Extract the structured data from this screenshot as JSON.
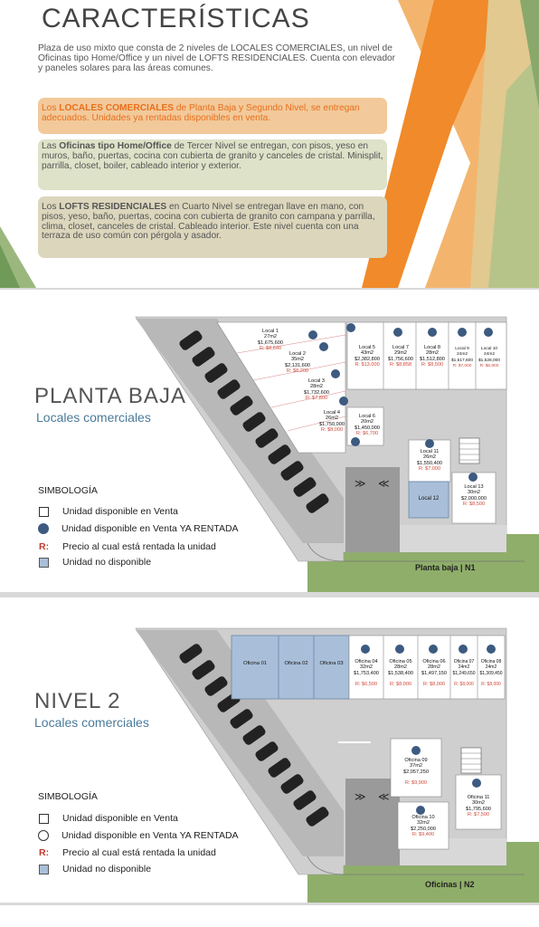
{
  "intro": {
    "title": "CARACTERÍSTICAS",
    "description": "Plaza de uso mixto que consta de 2 niveles de LOCALES COMERCIALES, un nivel de Oficinas tipo Home/Office y un nivel de LOFTS RESIDENCIALES. Cuenta con elevador y paneles solares para las áreas comunes.",
    "box_locales": {
      "pre": "Los ",
      "bold": "LOCALES COMERCIALES",
      "post": " de Planta Baja y Segundo Nivel, se entregan adecuados. Unidades ya rentadas disponibles en venta."
    },
    "box_oficinas": {
      "pre": "Las ",
      "bold": "Oficinas tipo Home/Office",
      "post": " de Tercer Nivel se entregan, con pisos, yeso en muros, baño, puertas, cocina con cubierta de granito y canceles de cristal. Minisplit, parrilla, closet, boiler, cableado interior y exterior."
    },
    "box_lofts": {
      "pre": "Los ",
      "bold": "LOFTS RESIDENCIALES",
      "post": " en Cuarto Nivel se entregan llave en mano, con pisos, yeso, baño, puertas, cocina con cubierta de granito con campana y parrilla, clima, closet, canceles de cristal. Cableado interior. Este nivel cuenta con una terraza de uso común con pérgola y asador."
    }
  },
  "legend": {
    "title": "SIMBOLOGÍA",
    "available": "Unidad disponible en Venta",
    "rented": "Unidad disponible en Venta YA RENTADA",
    "rent_symbol": "R:",
    "rent_price": "Precio al cual está rentada la unidad",
    "unavailable": "Unidad no disponible"
  },
  "planta_baja": {
    "title": "PLANTA BAJA",
    "subtitle": "Locales comerciales",
    "floor_label": "Planta baja | N1",
    "units": [
      {
        "name": "Local 1",
        "area": "27m2",
        "price": "$1,675,600",
        "rent": "R: $8,640"
      },
      {
        "name": "Local 2",
        "area": "35m2",
        "price": "$2,131,600",
        "rent": "R: $8,200"
      },
      {
        "name": "Local 3",
        "area": "28m2",
        "price": "$1,732,600",
        "rent": "R: $7,800"
      },
      {
        "name": "Local 4",
        "area": "26m2",
        "price": "$1,750,000",
        "rent": "R: $8,000"
      },
      {
        "name": "Local 5",
        "area": "43m2",
        "price": "$2,382,800",
        "rent": "R: $13,000"
      },
      {
        "name": "Local 6",
        "area": "20m2",
        "price": "$1,450,000",
        "rent": "R: $6,700"
      },
      {
        "name": "Local 7",
        "area": "29m2",
        "price": "$1,756,600",
        "rent": "R: $8,858"
      },
      {
        "name": "Local 8",
        "area": "28m2",
        "price": "$1,512,800",
        "rent": "R: $8,500"
      },
      {
        "name": "Local 9",
        "area": "24m2",
        "price": "$1,517,600",
        "rent": "R: $7,000"
      },
      {
        "name": "Local 10",
        "area": "24m2",
        "price": "$1,528,000",
        "rent": "R: $6,800"
      },
      {
        "name": "Local 11",
        "area": "26m2",
        "price": "$1,550,400",
        "rent": "R: $7,000"
      },
      {
        "name": "Local 12",
        "area": "",
        "price": "",
        "rent": ""
      },
      {
        "name": "Local 13",
        "area": "30m2",
        "price": "$2,000,000",
        "rent": "R: $8,500"
      }
    ]
  },
  "nivel_2": {
    "title": "NIVEL 2",
    "subtitle": "Locales comerciales",
    "floor_label": "Oficinas | N2",
    "units": [
      {
        "name": "Oficina 01",
        "area": "",
        "price": "",
        "rent": ""
      },
      {
        "name": "Oficina 02",
        "area": "",
        "price": "",
        "rent": ""
      },
      {
        "name": "Oficina 03",
        "area": "",
        "price": "",
        "rent": ""
      },
      {
        "name": "Oficina 04",
        "area": "32m2",
        "price": "$1,753,400",
        "rent": "R: $6,500"
      },
      {
        "name": "Oficina 05",
        "area": "28m2",
        "price": "$1,538,400",
        "rent": "R: $8,000"
      },
      {
        "name": "Oficina 06",
        "area": "28m2",
        "price": "$1,497,150",
        "rent": "R: $8,000"
      },
      {
        "name": "Oficina 07",
        "area": "24m2",
        "price": "$1,249,650",
        "rent": "R: $8,000"
      },
      {
        "name": "Oficina 08",
        "area": "24m2",
        "price": "$1,309,450",
        "rent": "R: $8,000"
      },
      {
        "name": "Oficina 09",
        "area": "37m2",
        "price": "$2,057,250",
        "rent": "R: $9,900"
      },
      {
        "name": "Oficina 10",
        "area": "32m2",
        "price": "$2,250,000",
        "rent": "R: $9,400"
      },
      {
        "name": "Oficina 11",
        "area": "30m2",
        "price": "$1,795,600",
        "rent": "R: $7,500"
      }
    ]
  },
  "colors": {
    "accent_orange": "#e86f1c",
    "rented_dot": "#3d5a80",
    "unavailable_fill": "#a9bfd9",
    "rent_red": "#d04b3b"
  }
}
